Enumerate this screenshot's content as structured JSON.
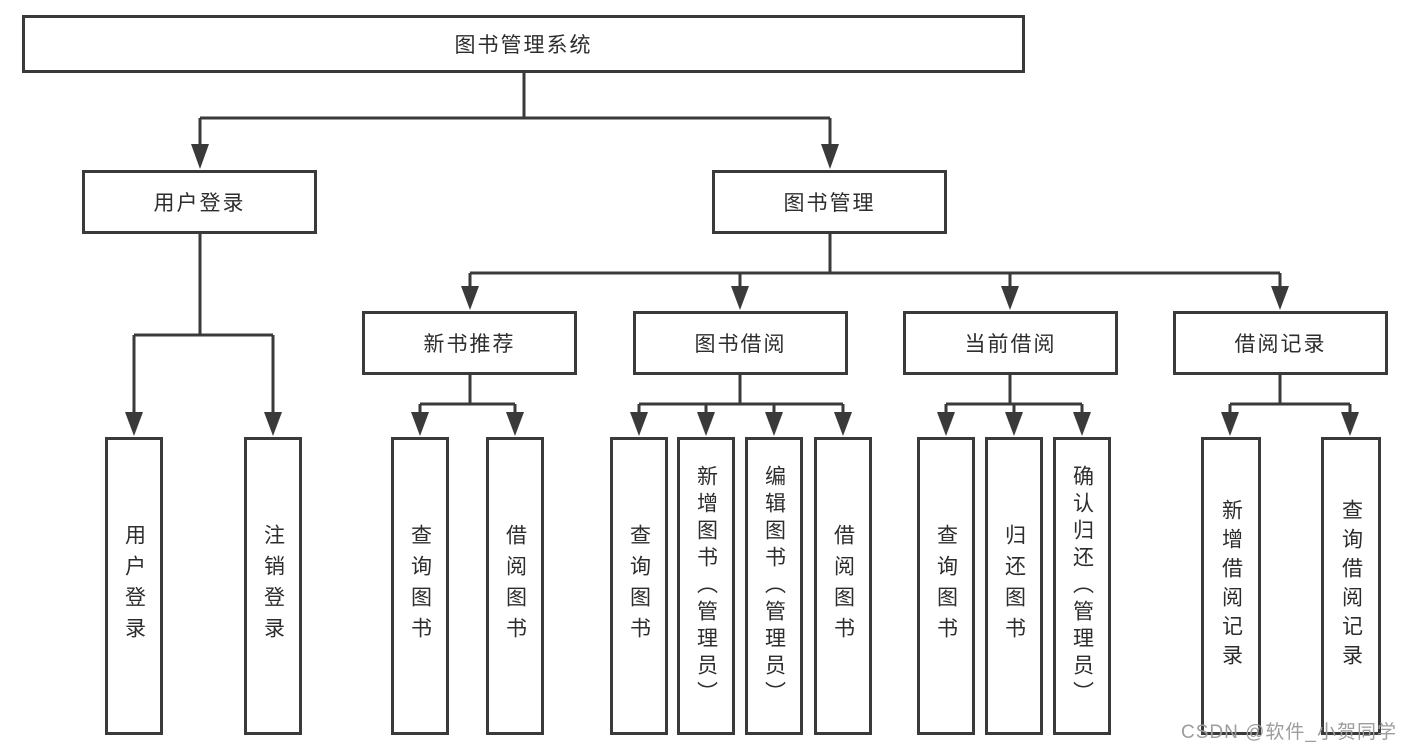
{
  "nodes": {
    "root": "图书管理系统",
    "user_login": "用户登录",
    "book_management": "图书管理",
    "new_book_recommend": "新书推荐",
    "book_borrowing": "图书借阅",
    "current_borrowing": "当前借阅",
    "borrow_records": "借阅记录",
    "leaf_user_login": "用户登录",
    "leaf_logout_login": "注销登录",
    "leaf_nbr_query_books": "查询图书",
    "leaf_nbr_borrow_books": "借阅图书",
    "leaf_bb_query_books": "查询图书",
    "leaf_bb_add_books_admin": "新增图书（管理员）",
    "leaf_bb_edit_books_admin": "编辑图书（管理员）",
    "leaf_bb_borrow_books": "借阅图书",
    "leaf_cb_query_books": "查询图书",
    "leaf_cb_return_books": "归还图书",
    "leaf_cb_confirm_return_admin": "确认归还（管理员）",
    "leaf_br_add_borrow_record": "新增借阅记录",
    "leaf_br_query_borrow_record": "查询借阅记录"
  },
  "watermark": {
    "text": "CSDN @软件_小贺同学"
  },
  "colors": {
    "line": "#3a3a3a",
    "text": "#2d2d2d",
    "box_background": "#ffffff",
    "watermark": "#9d9d9d",
    "page_background": "#ffffff"
  }
}
